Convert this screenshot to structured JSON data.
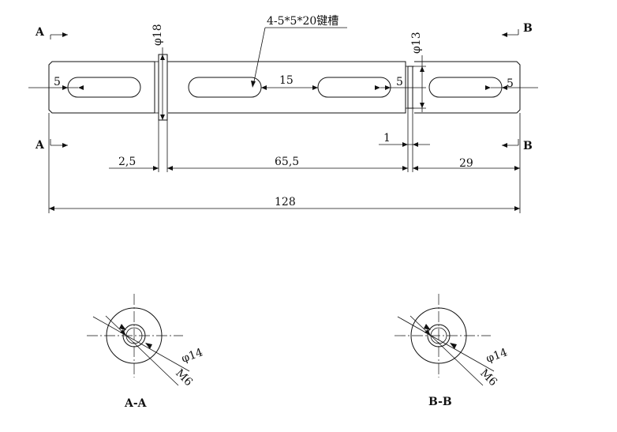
{
  "main_view": {
    "section_a_top": "A",
    "section_a_bottom": "A",
    "section_b_top": "B",
    "section_b_bottom": "B",
    "keyway_callout": "4-5*5*20键槽",
    "dia_collar": "φ18",
    "dia_groove": "φ13",
    "dim_slot1_width": "5",
    "dim_slot_gap": "15",
    "dim_slot3_width": "5",
    "dim_slot4_width": "5",
    "dim_groove_width": "1",
    "dim_left": "2,5",
    "dim_middle": "65,5",
    "dim_right": "29",
    "dim_overall": "128"
  },
  "section_aa": {
    "label": "A-A",
    "dia": "φ14",
    "thread": "M6"
  },
  "section_bb": {
    "label": "B-B",
    "dia": "φ14",
    "thread": "M6"
  }
}
